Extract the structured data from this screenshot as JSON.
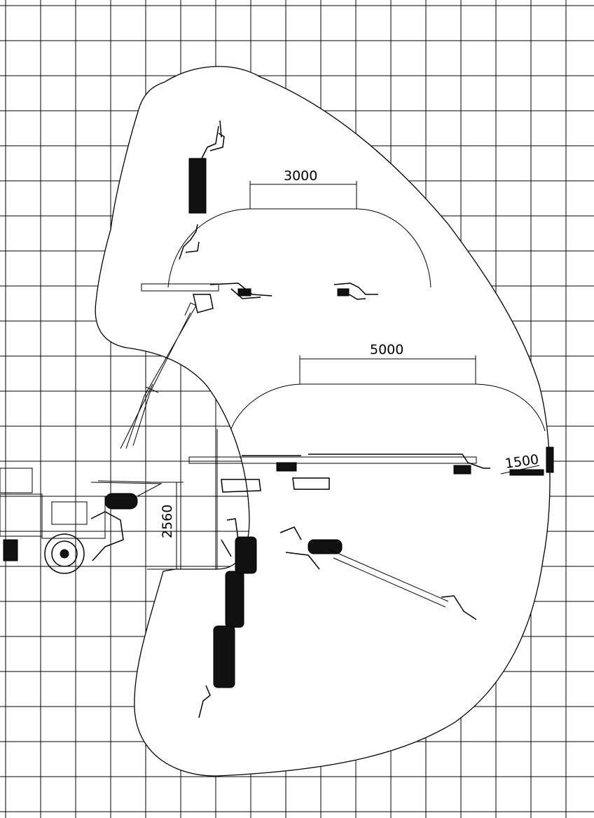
{
  "dimensions": {
    "dim_3000": "3000",
    "dim_5000": "5000",
    "dim_1500": "1500",
    "dim_2560": "2560"
  },
  "colors": {
    "line": "#000000",
    "background": "#ffffff",
    "ink": "#111111"
  }
}
